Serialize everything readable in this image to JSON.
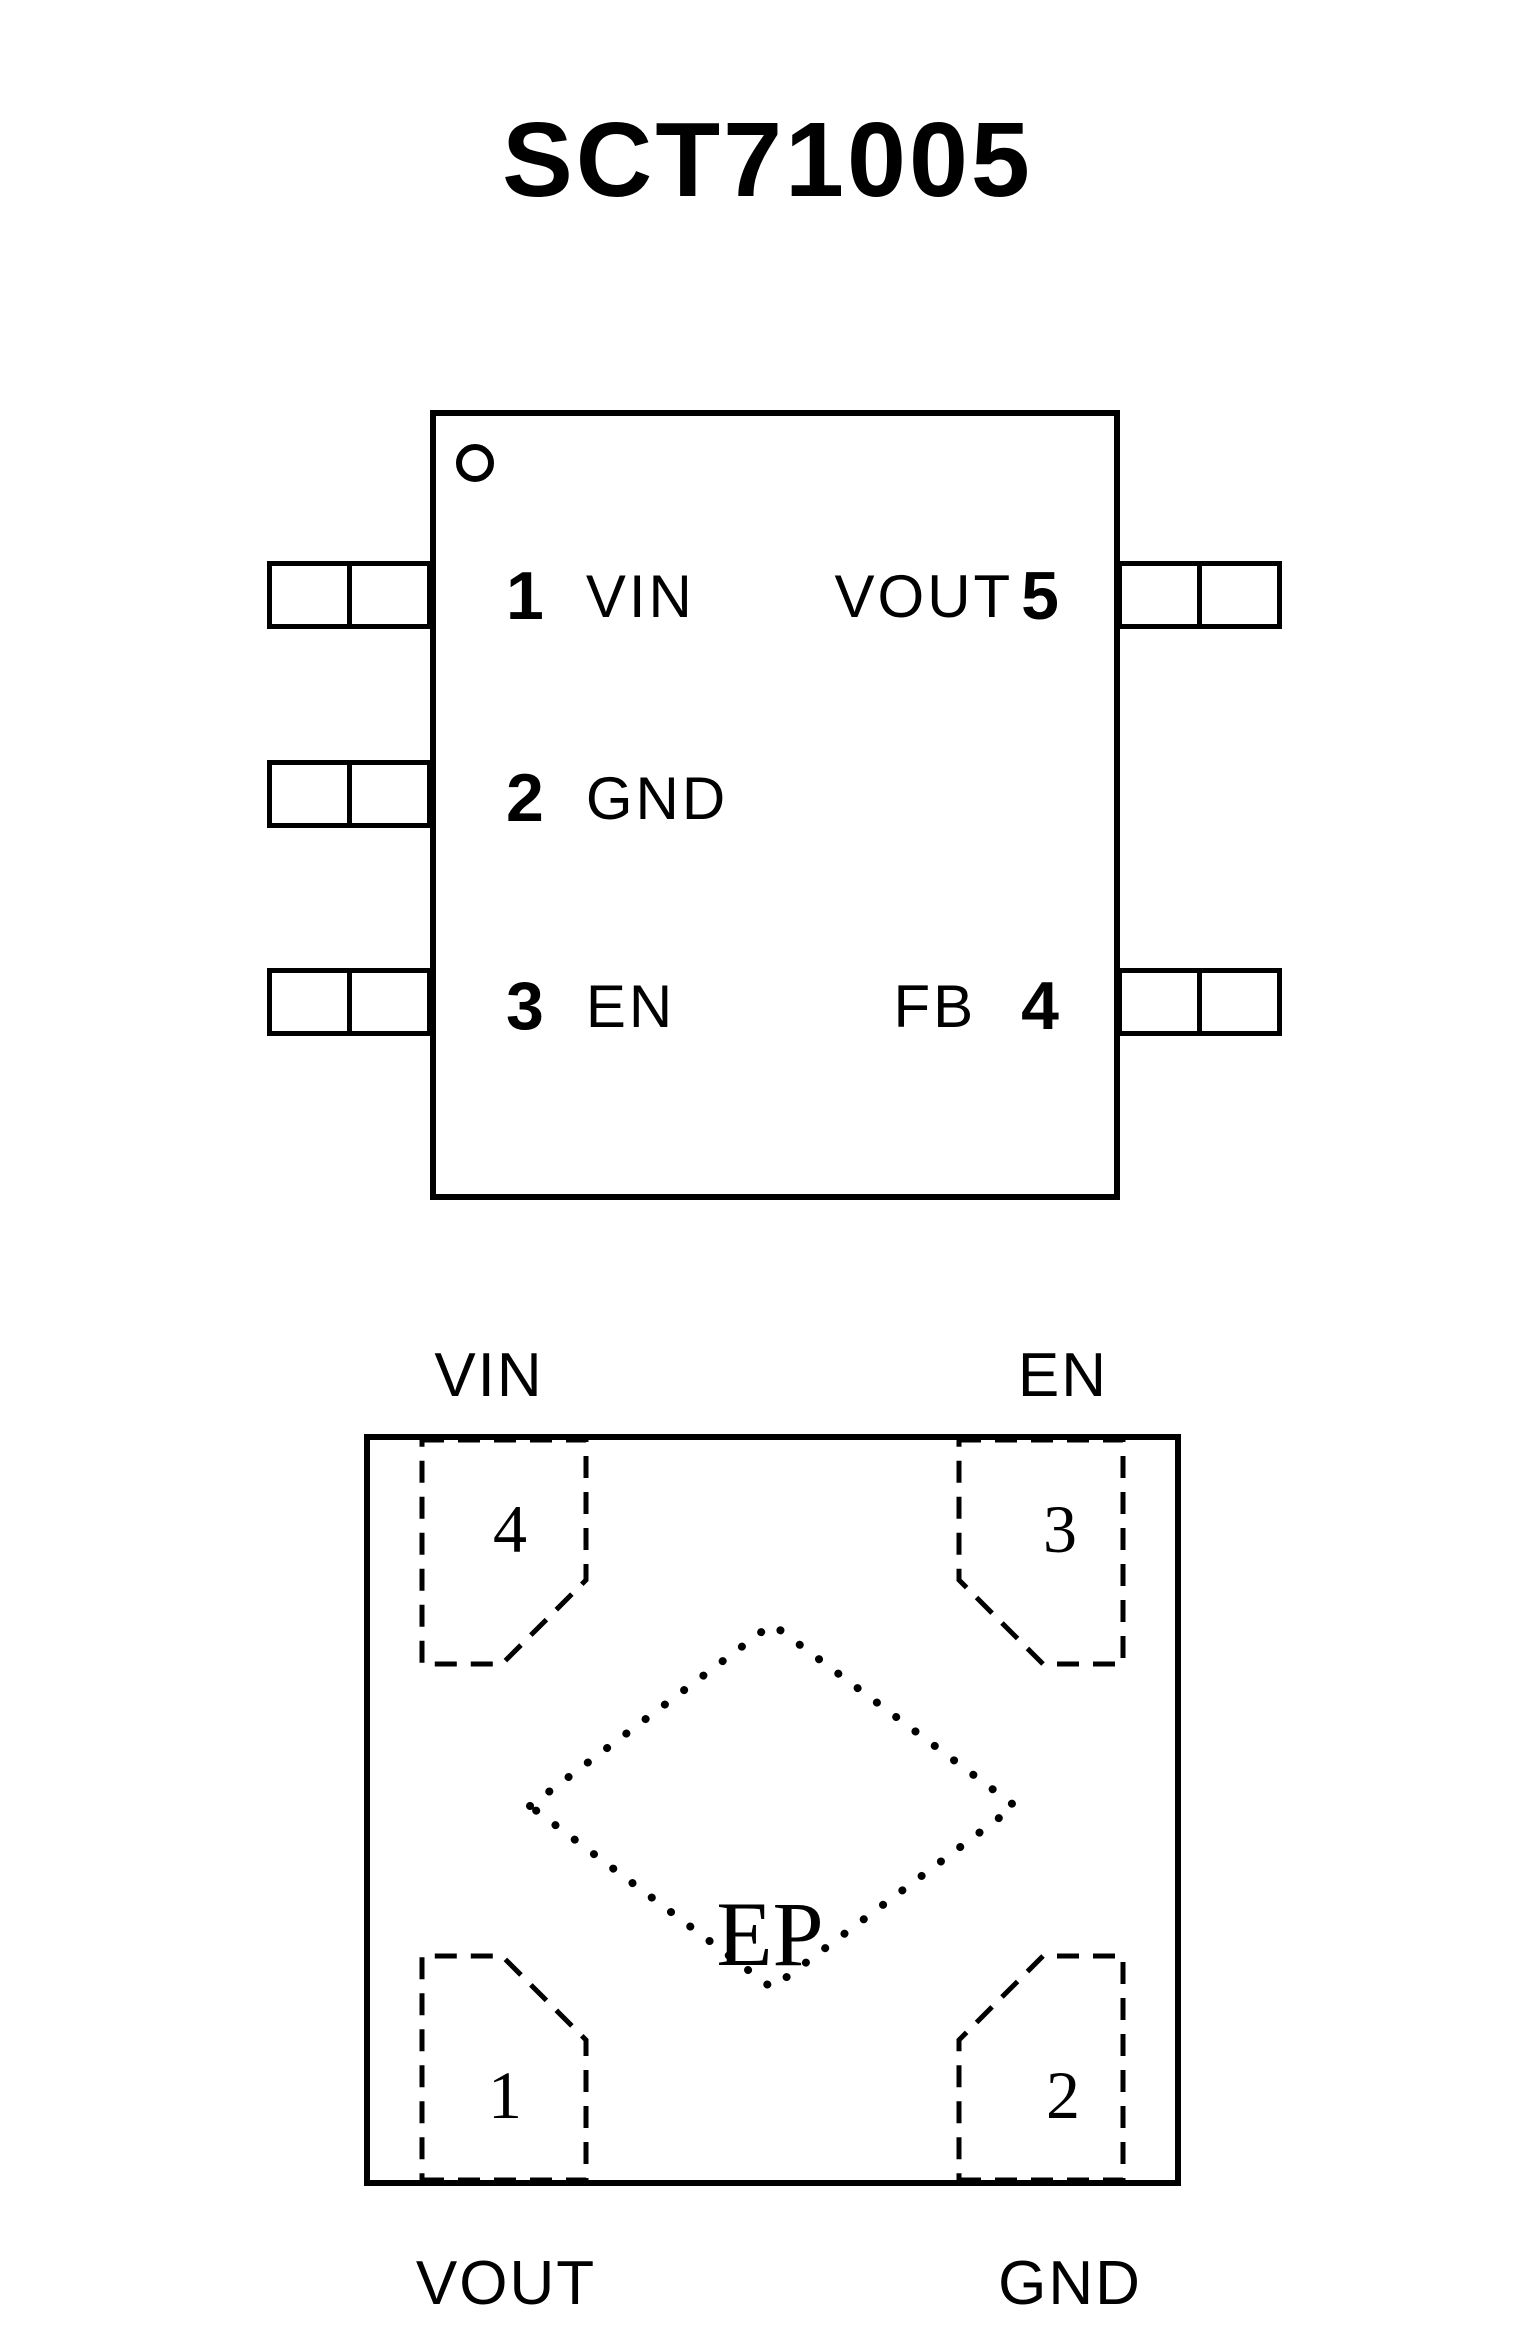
{
  "title": "SCT71005",
  "top_package": {
    "rows": [
      {
        "left_num": "1",
        "left_name": "VIN",
        "right_name": "VOUT",
        "right_num": "5"
      },
      {
        "left_num": "2",
        "left_name": "GND",
        "right_name": "",
        "right_num": ""
      },
      {
        "left_num": "3",
        "left_name": "EN",
        "right_name": "FB",
        "right_num": "4"
      }
    ]
  },
  "bottom_package": {
    "top_left_label": "VIN",
    "top_right_label": "EN",
    "bottom_left_label": "VOUT",
    "bottom_right_label": "GND",
    "pads": [
      {
        "num": "4",
        "position": "top-left"
      },
      {
        "num": "3",
        "position": "top-right"
      },
      {
        "num": "1",
        "position": "bottom-left"
      },
      {
        "num": "2",
        "position": "bottom-right"
      }
    ],
    "ep_label": "EP"
  },
  "colors": {
    "line": "#000000",
    "background": "#ffffff"
  }
}
